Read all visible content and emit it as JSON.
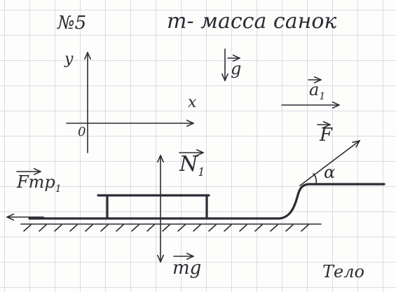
{
  "header": {
    "number": "№5",
    "mass_note": "m- масса санок"
  },
  "axes": {
    "x_label": "x",
    "y_label": "y",
    "origin_label": "0"
  },
  "vectors": {
    "gravity_accel": "g",
    "acceleration": "a",
    "acceleration_sub": "1",
    "applied_force": "F",
    "normal_force": "N",
    "normal_force_sub": "1",
    "friction_force": "Fтр",
    "friction_force_sub": "1",
    "weight": "mg"
  },
  "angle_label": "α",
  "surface_label": "Тело"
}
